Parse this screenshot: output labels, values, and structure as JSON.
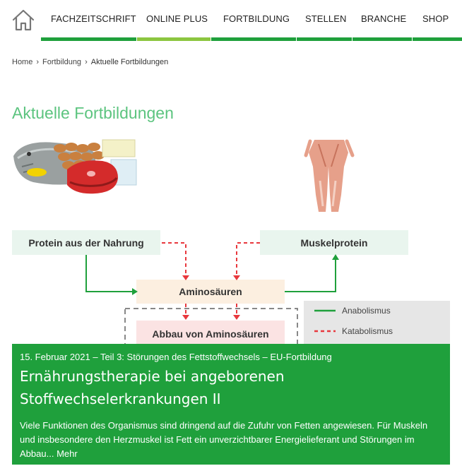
{
  "nav": {
    "home_icon": "house-icon",
    "items": [
      {
        "label": "FACHZEITSCHRIFT"
      },
      {
        "label": "ONLINE PLUS"
      },
      {
        "label": "FORTBILDUNG"
      },
      {
        "label": "STELLEN"
      },
      {
        "label": "BRANCHE"
      },
      {
        "label": "SHOP"
      }
    ],
    "bar_colors": [
      "#1fa03c",
      "#8cc63f",
      "#1fa03c",
      "#1fa03c",
      "#1fa03c",
      "#1fa03c"
    ]
  },
  "breadcrumb": {
    "home": "Home",
    "section": "Fortbildung",
    "current": "Aktuelle Fortbildungen",
    "separator": "›"
  },
  "page": {
    "title": "Aktuelle Fortbildungen"
  },
  "diagram": {
    "box_food": "Protein aus der Nahrung",
    "box_muscle": "Muskelprotein",
    "box_amino": "Aminosäuren",
    "box_degradation": "Abbau von Aminosäuren",
    "legend_anabolic": "Anabolismus",
    "legend_catabolic": "Katabolismus"
  },
  "teaser": {
    "meta": "15. Februar 2021 – Teil 3: Störungen des Fettstoffwechsels – EU-Fortbildung",
    "title_line1": "Ernährungstherapie bei angeborenen",
    "title_line2": "Stoffwechselerkrankungen II",
    "text": "Viele Funktionen des Organismus sind dringend auf die Zufuhr von Fetten angewiesen. Für Muskeln und insbesondere den Herzmuskel ist Fett ein unverzichtbarer Energielieferant und Störungen im Abbau...",
    "more": "Mehr"
  },
  "colors": {
    "brand_green": "#1fa03c",
    "light_green": "#8cc63f",
    "title_green": "#5cc47f",
    "anabolic_line": "#1fa03c",
    "catabolic_line": "#e8383d"
  }
}
